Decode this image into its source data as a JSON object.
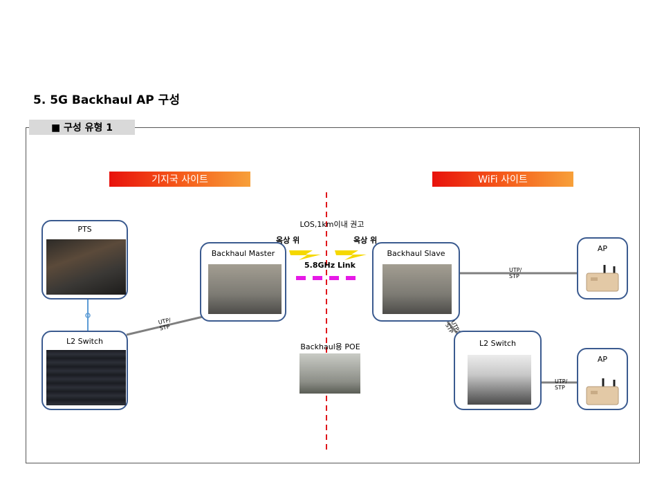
{
  "title": "5. 5G Backhaul AP 구성",
  "frame_tag": "■ 구성 유형 1",
  "sites": {
    "base": "기지국 사이트",
    "wifi": "WiFi 사이트"
  },
  "nodes": {
    "pts": "PTS",
    "l2_left": "L2 Switch",
    "backhaul_master": "Backhaul Master",
    "backhaul_slave": "Backhaul Slave",
    "l2_right": "L2 Switch",
    "ap_top": "AP",
    "ap_bottom": "AP",
    "poe": "Backhaul용 POE"
  },
  "link": {
    "los_note": "LOS,1km이내 권고",
    "rooftop_left": "옥상 위",
    "rooftop_right": "옥상 위",
    "label": "5.8GHz Link"
  },
  "cables": {
    "c1": [
      "UTP/",
      "STP"
    ],
    "c2": [
      "UTP/",
      "STP"
    ],
    "c3": [
      "UTP/",
      "STP"
    ],
    "c4": [
      "UTP/",
      "STP"
    ]
  },
  "colors": {
    "box_border": "#3a5a8f",
    "divider": "#e0161b",
    "link_dash": "#e619e6",
    "bolt": "#f5d800",
    "cable": "#7f7f7f",
    "pts_link": "#5b9bd5"
  },
  "icons": {
    "bolt_left": "lightning-bolt-icon",
    "bolt_right": "lightning-bolt-icon"
  }
}
